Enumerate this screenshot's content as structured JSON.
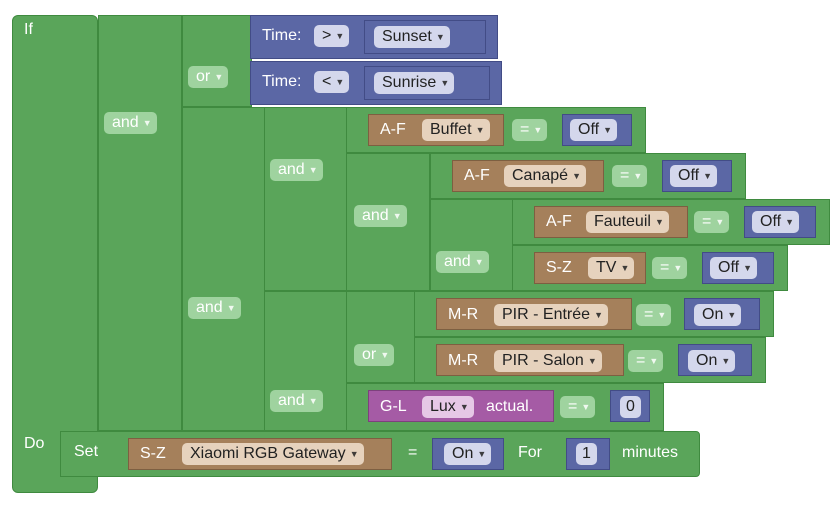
{
  "if_label": "If",
  "do_label": "Do",
  "ops": {
    "or_1": "or",
    "and_1": "and",
    "and_2": "and",
    "and_3": "and",
    "and_4": "and",
    "and_5": "and",
    "or_2": "or",
    "and_6": "and",
    "eq_1": "=",
    "eq_2": "=",
    "eq_3": "=",
    "eq_4": "=",
    "eq_5": "=",
    "eq_6": "=",
    "eq_7": "="
  },
  "time_1": {
    "label": "Time:",
    "op": ">",
    "value": "Sunset"
  },
  "time_2": {
    "label": "Time:",
    "op": "<",
    "value": "Sunrise"
  },
  "devices": {
    "buffet": {
      "group": "A-F",
      "name": "Buffet",
      "state": "Off"
    },
    "canape": {
      "group": "A-F",
      "name": "Canapé",
      "state": "Off"
    },
    "fauteuil": {
      "group": "A-F",
      "name": "Fauteuil",
      "state": "Off"
    },
    "tv": {
      "group": "S-Z",
      "name": "TV",
      "state": "Off"
    },
    "pir_entree": {
      "group": "M-R",
      "name": "PIR - Entrée",
      "state": "On"
    },
    "pir_salon": {
      "group": "M-R",
      "name": "PIR - Salon",
      "state": "On"
    }
  },
  "lux": {
    "group": "G-L",
    "name": "Lux",
    "suffix": "actual.",
    "value": "0"
  },
  "action": {
    "set_label": "Set",
    "group": "S-Z",
    "device": "Xiaomi RGB Gateway",
    "eq": "=",
    "state": "On",
    "for_label": "For",
    "duration": "1",
    "unit_label": "minutes"
  },
  "colors": {
    "logic_green": "#5aa55a",
    "time_blue": "#5b67a5",
    "device_brown": "#a5805b",
    "sensor_purple": "#a55ba5"
  }
}
